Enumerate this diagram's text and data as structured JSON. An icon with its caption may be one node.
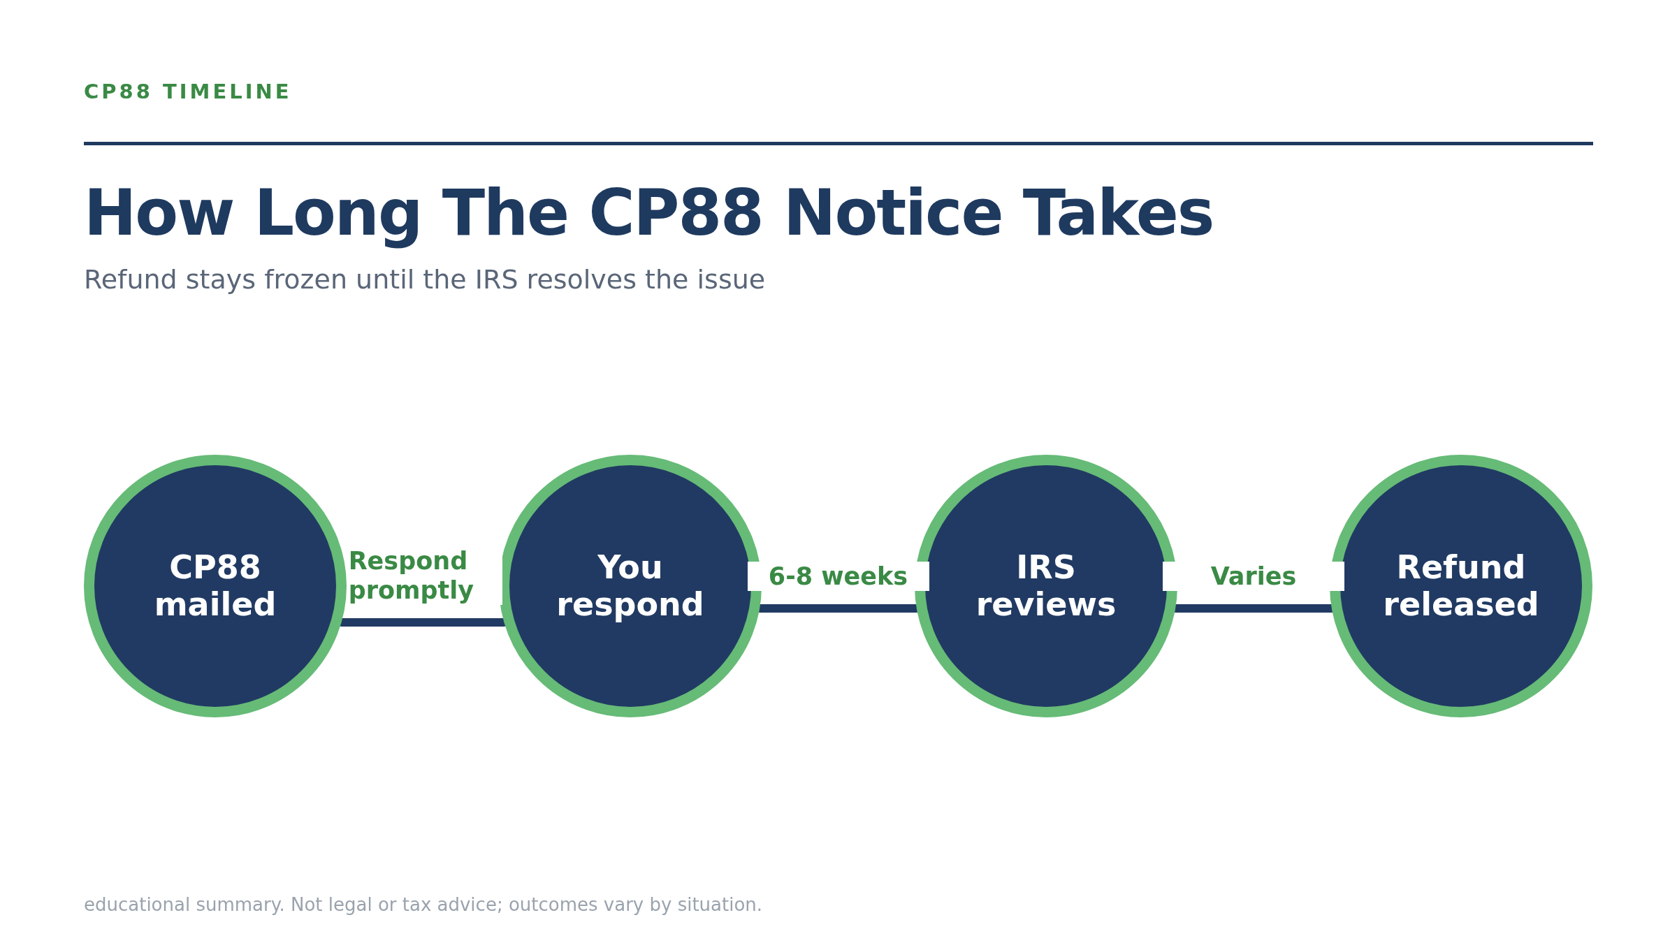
{
  "diagram": {
    "title": "How Long The **CP88 Notice** Takes",
    "nodes": [
      {
        "text": [
          "CP88 mailed"
        ]
      },
      {
        "text": [
          "You respond"
        ]
      },
      {
        "text": [
          "IRS reviews"
        ]
      },
      {
        "text": [
          "Refund released"
        ]
      }
    ],
    "edges": [
      {
        "from": 0,
        "to": 1,
        "arrow": "none",
        "label": "Respond promptly"
      },
      {
        "from": 1,
        "to": 2,
        "arrow": "none",
        "label": "6-8 weeks"
      },
      {
        "from": 2,
        "to": 3,
        "arrow": "none",
        "label": "Varies"
      }
    ],
    "labels": [
      "CP88 TIMELINE",
      "Refund stays frozen until the IRS resolves the issue",
      "educational summary. Not legal or tax advice; outcomes vary by situation."
    ]
  }
}
